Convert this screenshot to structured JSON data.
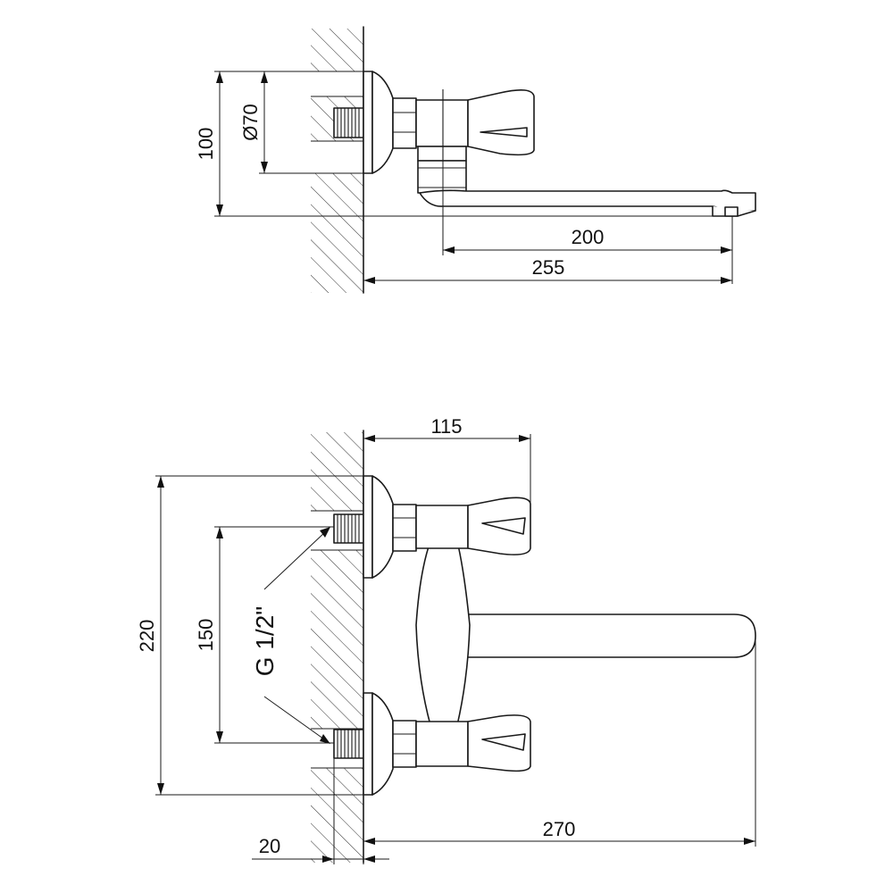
{
  "top_view": {
    "dim_height": "100",
    "dim_diameter": "Ø70",
    "dim_spout_reach": "200",
    "dim_total_depth": "255"
  },
  "front_view": {
    "dim_handle_depth": "115",
    "dim_total_height": "220",
    "dim_center_distance": "150",
    "dim_thread_length": "20",
    "dim_spout_length": "270",
    "thread_callout": "G 1/2\""
  }
}
